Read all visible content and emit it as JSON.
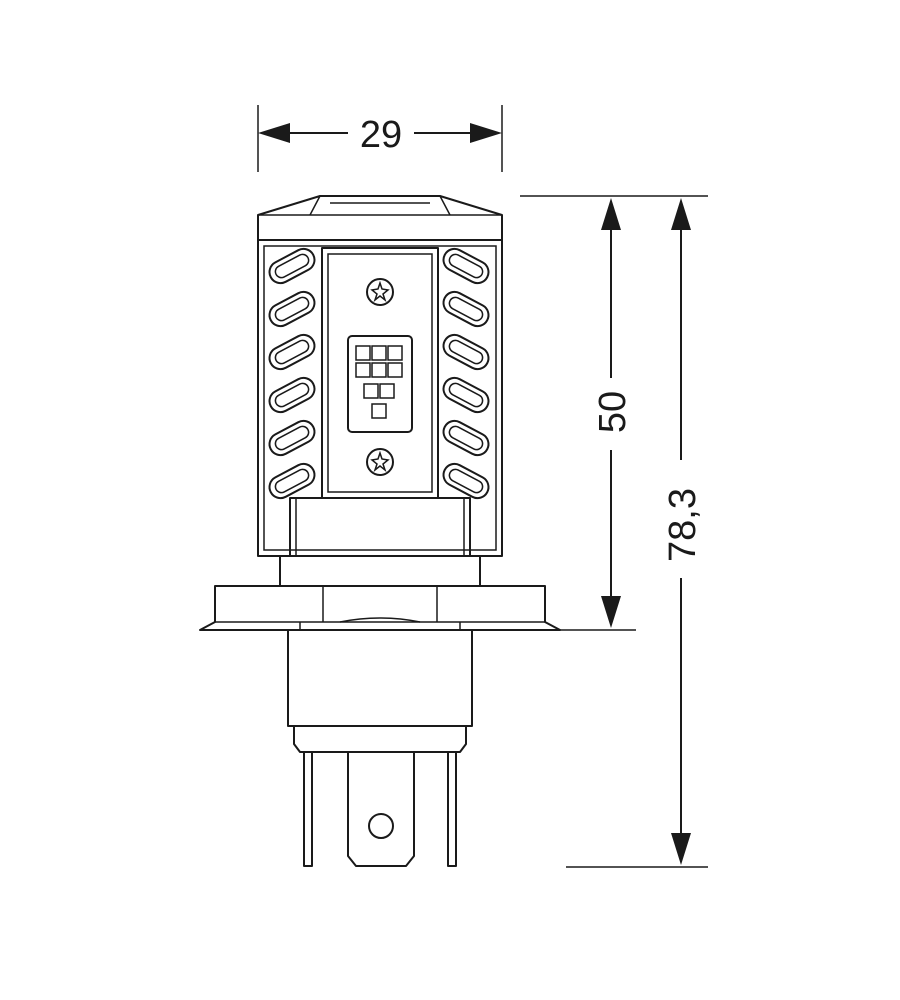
{
  "dimensions": {
    "width_label": "29",
    "body_height_label": "50",
    "total_height_label": "78,3"
  },
  "colors": {
    "line": "#1a1a1a",
    "background": "#ffffff"
  }
}
